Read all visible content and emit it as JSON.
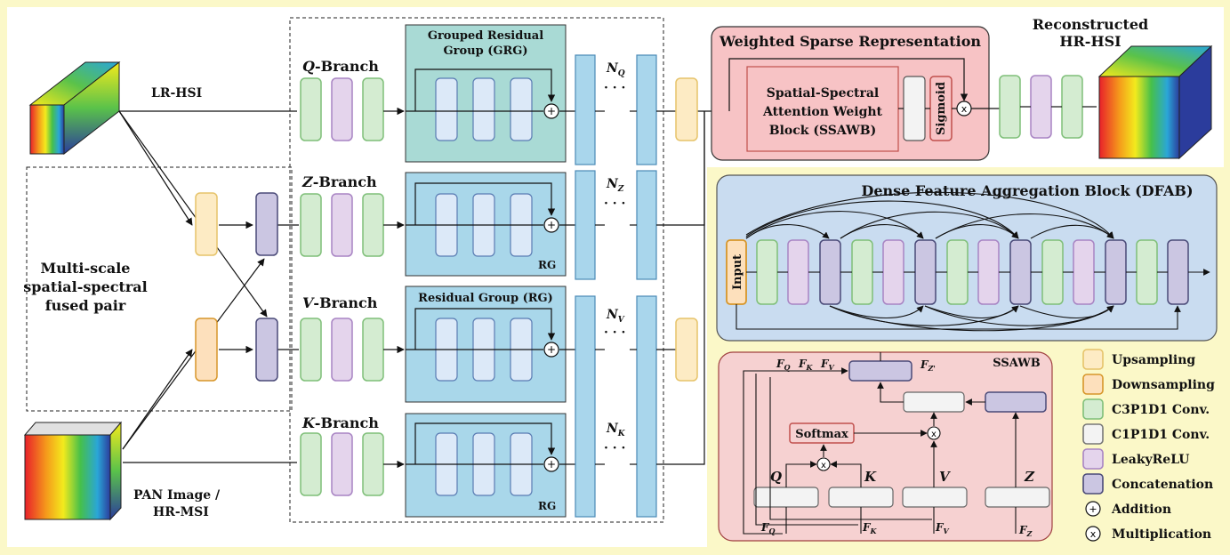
{
  "inputs": {
    "lr_hsi": "LR-HSI",
    "pan_line1": "PAN Image /",
    "pan_line2": "HR-MSI",
    "msf_line1": "Multi-scale",
    "msf_line2": "spatial-spectral",
    "msf_line3": "fused pair"
  },
  "branches": {
    "q": {
      "letter": "Q",
      "suffix": "-Branch"
    },
    "z": {
      "letter": "Z",
      "suffix": "-Branch"
    },
    "v": {
      "letter": "V",
      "suffix": "-Branch"
    },
    "k": {
      "letter": "K",
      "suffix": "-Branch"
    }
  },
  "groups": {
    "grg_line1": "Grouped Residual",
    "grg_line2": "Group (GRG)",
    "rg_title": "Residual Group (RG)",
    "rg": "RG"
  },
  "repeat": {
    "n": "N",
    "q_sub": "Q",
    "z_sub": "Z",
    "v_sub": "V",
    "k_sub": "K",
    "dots": "· · ·"
  },
  "wsr": {
    "title": "Weighted Sparse Representation",
    "ssawb_line1": "Spatial-Spectral",
    "ssawb_line2": "Attention Weight",
    "ssawb_line3": "Block (SSAWB)",
    "sigmoid": "Sigmoid"
  },
  "output": {
    "line1": "Reconstructed",
    "line2": "HR-HSI"
  },
  "dfab": {
    "title": "Dense Feature Aggregation Block (DFAB)",
    "input": "Input"
  },
  "ssawb_detail": {
    "title": "SSAWB",
    "softmax": "Softmax",
    "q": "Q",
    "k": "K",
    "v": "V",
    "z": "Z",
    "f": "F",
    "fq_sub": "Q",
    "fk_sub": "K",
    "fv_sub": "V",
    "fz_sub": "Z",
    "fz_prime_sub": "Z'"
  },
  "symbols": {
    "plus": "+",
    "times": "x"
  },
  "legend": [
    {
      "label": "Upsampling",
      "fill": "#fdebc4",
      "stroke": "#e6c36a",
      "kind": "box"
    },
    {
      "label": "Downsampling",
      "fill": "#fde0bc",
      "stroke": "#d7962a",
      "kind": "box"
    },
    {
      "label": "C3P1D1 Conv.",
      "fill": "#d4ecd1",
      "stroke": "#7fbf79",
      "kind": "box"
    },
    {
      "label": "C1P1D1 Conv.",
      "fill": "#f3f3f3",
      "stroke": "#777777",
      "kind": "box"
    },
    {
      "label": "LeakyReLU",
      "fill": "#e4d4ec",
      "stroke": "#a884c3",
      "kind": "box"
    },
    {
      "label": "Concatenation",
      "fill": "#cbc6e2",
      "stroke": "#4a4a78",
      "kind": "box"
    },
    {
      "label": "Addition",
      "symbol": "+",
      "kind": "circle"
    },
    {
      "label": "Multiplication",
      "symbol": "x",
      "kind": "circle"
    }
  ],
  "colors": {
    "background": "#fbf8c8",
    "grg_fill": "#a9dad5",
    "rg_fill": "#a9d7ea",
    "bar_fill": "#a9d6ec",
    "wsr_fill": "#f7c3c5",
    "dfab_fill": "#c9dcf0",
    "ssawb_fill": "#f6d1d1",
    "concat_fill": "#cbc6e2"
  }
}
